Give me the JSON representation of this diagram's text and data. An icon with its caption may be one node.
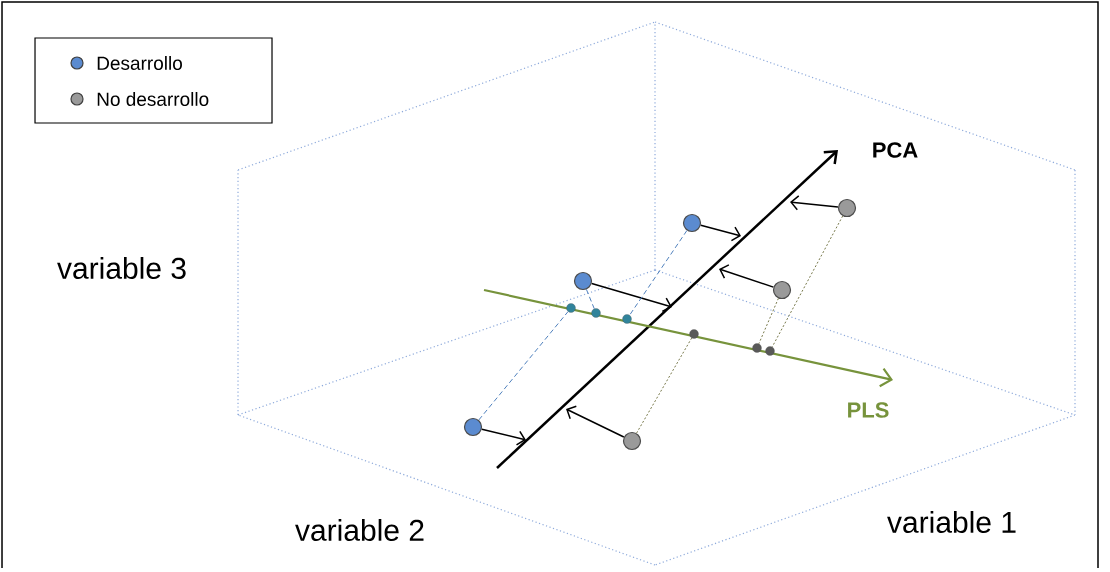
{
  "diagram": {
    "nodes": [
      {
        "text": [],
        "shape": "circle"
      },
      {
        "text": [],
        "shape": "circle"
      },
      {
        "text": [],
        "shape": "circle"
      },
      {
        "text": [],
        "shape": "circle"
      },
      {
        "text": [],
        "shape": "circle"
      },
      {
        "text": [],
        "shape": "circle"
      },
      {
        "text": [],
        "shape": "circle"
      },
      {
        "text": [],
        "shape": "circle"
      },
      {
        "text": [],
        "shape": "circle"
      },
      {
        "text": [],
        "shape": "circle"
      },
      {
        "text": [],
        "shape": "circle"
      },
      {
        "text": [],
        "shape": "circle"
      }
    ],
    "edges": [
      {
        "from": 0,
        "to": null,
        "arrow": "to"
      },
      {
        "from": 1,
        "to": null,
        "arrow": "to"
      },
      {
        "from": 2,
        "to": null,
        "arrow": "to"
      },
      {
        "from": 3,
        "to": null,
        "arrow": "to"
      },
      {
        "from": 4,
        "to": null,
        "arrow": "to"
      },
      {
        "from": 5,
        "to": null,
        "arrow": "to"
      },
      {
        "from": 0,
        "to": 6,
        "arrow": "none",
        "style": "dashed",
        "color": "#4f81bd"
      },
      {
        "from": 1,
        "to": 7,
        "arrow": "none",
        "style": "dashed",
        "color": "#4f81bd"
      },
      {
        "from": 3,
        "to": 8,
        "arrow": "none",
        "style": "dashed",
        "color": "#4f81bd"
      },
      {
        "from": 2,
        "to": 9,
        "arrow": "none",
        "style": "dashed",
        "color": "#77784a"
      },
      {
        "from": 4,
        "to": 10,
        "arrow": "none",
        "style": "dashed",
        "color": "#77784a"
      },
      {
        "from": 5,
        "to": 11,
        "arrow": "none",
        "style": "dashed",
        "color": "#77784a"
      }
    ],
    "labels": [
      "PCA",
      "variable 3",
      "PLS",
      "variable 2",
      "variable 1"
    ],
    "legend": [
      {
        "text": "Desarrollo",
        "color": "#5b8bd0"
      },
      {
        "text": "No desarrollo",
        "color": "#9a9a9a"
      }
    ]
  }
}
